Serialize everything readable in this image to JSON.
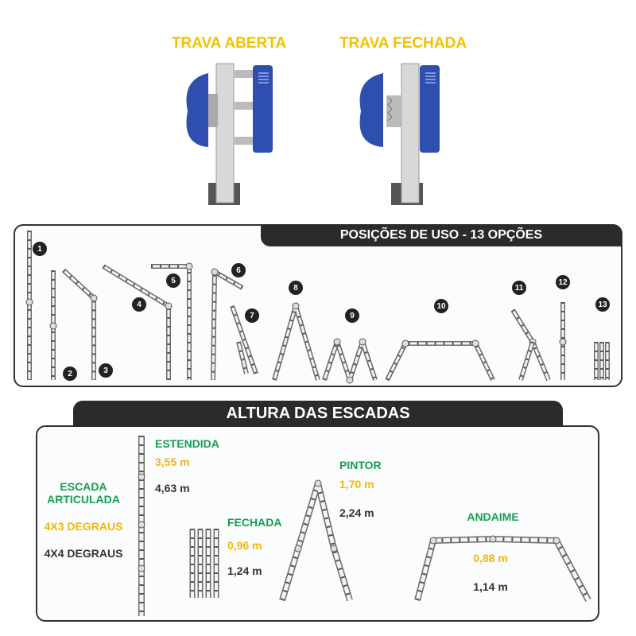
{
  "lock": {
    "open_label": "TRAVA ABERTA",
    "closed_label": "TRAVA FECHADA",
    "colors": {
      "title": "#f2c200",
      "knob": "#2f4fb0"
    }
  },
  "positions": {
    "title": "POSIÇÕES DE USO - 13 OPÇÕES",
    "numbers": [
      "1",
      "2",
      "3",
      "4",
      "5",
      "6",
      "7",
      "8",
      "9",
      "10",
      "11",
      "12",
      "13"
    ]
  },
  "heights": {
    "title": "ALTURA DAS ESCADAS",
    "ladder_name_line1": "ESCADA",
    "ladder_name_line2": "ARTICULADA",
    "steps_4x3": "4X3 DEGRAUS",
    "steps_4x4": "4X4 DEGRAUS",
    "extended": {
      "label": "ESTENDIDA",
      "h_4x3": "3,55 m",
      "h_4x4": "4,63 m"
    },
    "closed": {
      "label": "FECHADA",
      "h_4x3": "0,96 m",
      "h_4x4": "1,24 m"
    },
    "painter": {
      "label": "PINTOR",
      "h_4x3": "1,70 m",
      "h_4x4": "2,24 m"
    },
    "scaffold": {
      "label": "ANDAIME",
      "h_4x3": "0,88 m",
      "h_4x4": "1,14 m"
    },
    "colors": {
      "green": "#14a050",
      "yellow": "#f2b800",
      "dark": "#333333"
    }
  }
}
